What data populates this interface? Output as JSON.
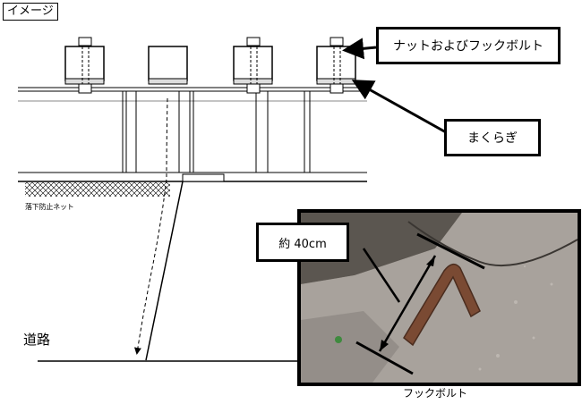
{
  "image_tag": "イメージ",
  "callouts": {
    "nut_hook_bolt": "ナットおよびフックボルト",
    "sleeper": "まくらぎ",
    "length": "約 40cm"
  },
  "labels": {
    "fall_net": "落下防止ネット",
    "road": "道路",
    "photo_caption": "フックボルト"
  }
}
